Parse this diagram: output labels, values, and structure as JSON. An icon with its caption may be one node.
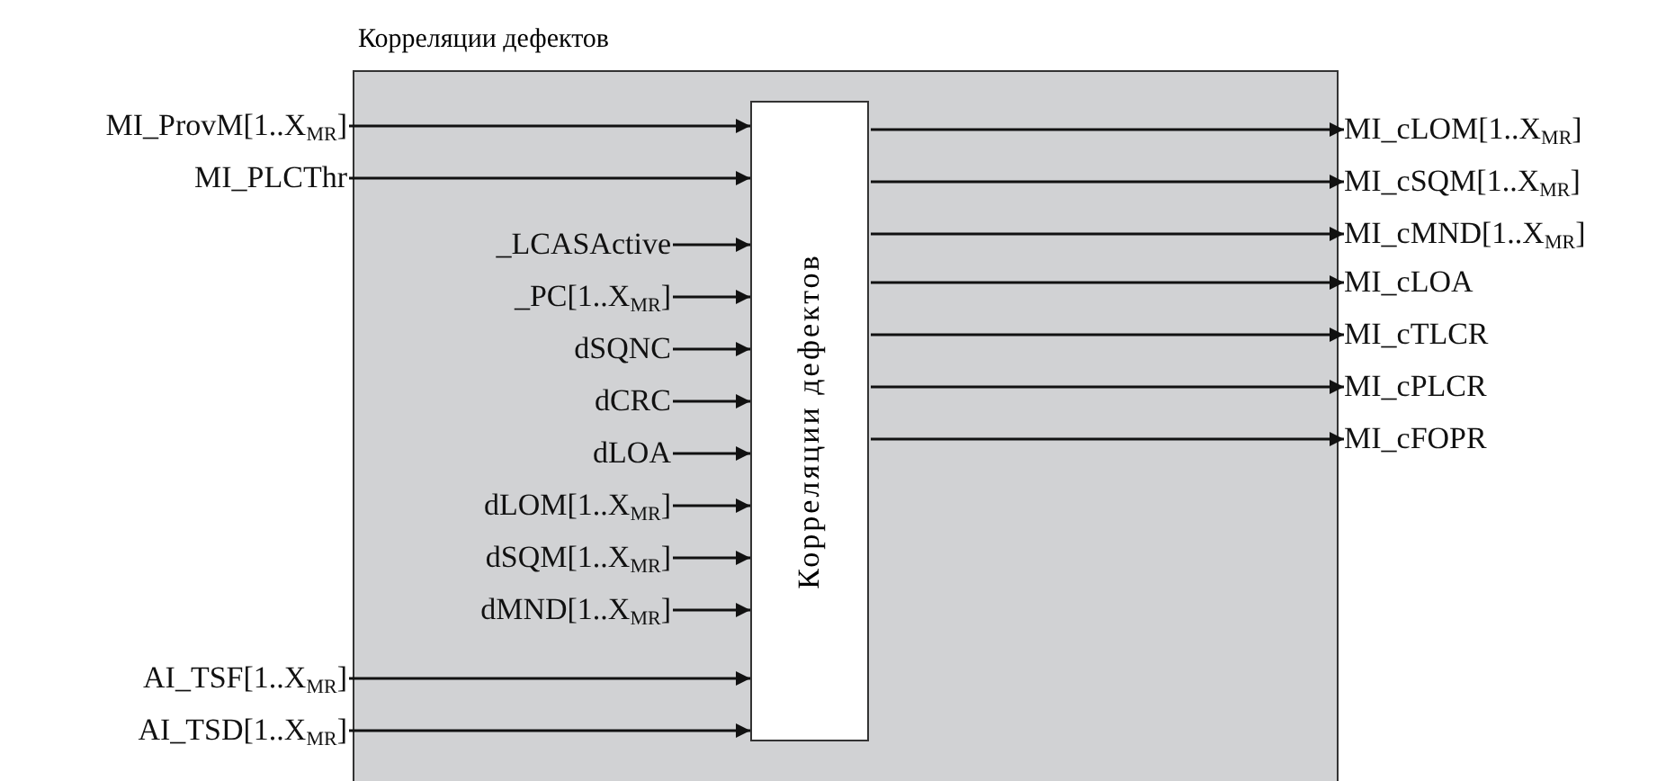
{
  "diagram": {
    "nodes": [
      {
        "text": [
          "Корреляции дефектов"
        ]
      },
      {
        "text": [
          "Корреляции дефектов"
        ],
        "in": 0
      },
      {
        "text": [
          "MI_ProvM[1..X$_{MR}$]"
        ]
      },
      {
        "text": [
          "MI_PLCThr"
        ]
      },
      {
        "text": [
          "_LCASActive"
        ],
        "in": 0
      },
      {
        "text": [
          "_PC[1..X$_{MR}$]"
        ],
        "in": 0
      },
      {
        "text": [
          "dSQNC"
        ],
        "in": 0
      },
      {
        "text": [
          "dCRC"
        ],
        "in": 0
      },
      {
        "text": [
          "dLOA"
        ],
        "in": 0
      },
      {
        "text": [
          "dLOM[1..X$_{MR}$]"
        ],
        "in": 0
      },
      {
        "text": [
          "dSQM[1..X$_{MR}$]"
        ],
        "in": 0
      },
      {
        "text": [
          "dMND[1..X$_{MR}$]"
        ],
        "in": 0
      },
      {
        "text": [
          "AI_TSF[1..X$_{MR}$]"
        ]
      },
      {
        "text": [
          "AI_TSD[1..X$_{MR}$]"
        ]
      },
      {
        "text": [
          "MI_cLOM[1..X$_{MR}$]"
        ]
      },
      {
        "text": [
          "MI_cSQM[1..X$_{MR}$]"
        ]
      },
      {
        "text": [
          "MI_cMND[1..X$_{MR}$]"
        ]
      },
      {
        "text": [
          "MI_cLOA"
        ]
      },
      {
        "text": [
          "MI_cTLCR"
        ]
      },
      {
        "text": [
          "MI_cPLCR"
        ]
      },
      {
        "text": [
          "MI_cFOPR"
        ]
      }
    ],
    "edges": [
      {
        "from": 2,
        "to": 1,
        "arrow": "to"
      },
      {
        "from": 3,
        "to": 1,
        "arrow": "to"
      },
      {
        "from": 4,
        "to": 1,
        "arrow": "to"
      },
      {
        "from": 5,
        "to": 1,
        "arrow": "to"
      },
      {
        "from": 6,
        "to": 1,
        "arrow": "to"
      },
      {
        "from": 7,
        "to": 1,
        "arrow": "to"
      },
      {
        "from": 8,
        "to": 1,
        "arrow": "to"
      },
      {
        "from": 9,
        "to": 1,
        "arrow": "to"
      },
      {
        "from": 10,
        "to": 1,
        "arrow": "to"
      },
      {
        "from": 11,
        "to": 1,
        "arrow": "to"
      },
      {
        "from": 12,
        "to": 1,
        "arrow": "to"
      },
      {
        "from": 13,
        "to": 1,
        "arrow": "to"
      },
      {
        "from": 1,
        "to": 14,
        "arrow": "to"
      },
      {
        "from": 1,
        "to": 15,
        "arrow": "to"
      },
      {
        "from": 1,
        "to": 16,
        "arrow": "to"
      },
      {
        "from": 1,
        "to": 17,
        "arrow": "to"
      },
      {
        "from": 1,
        "to": 18,
        "arrow": "to"
      },
      {
        "from": 1,
        "to": 19,
        "arrow": "to"
      },
      {
        "from": 1,
        "to": 20,
        "arrow": "to"
      }
    ]
  }
}
